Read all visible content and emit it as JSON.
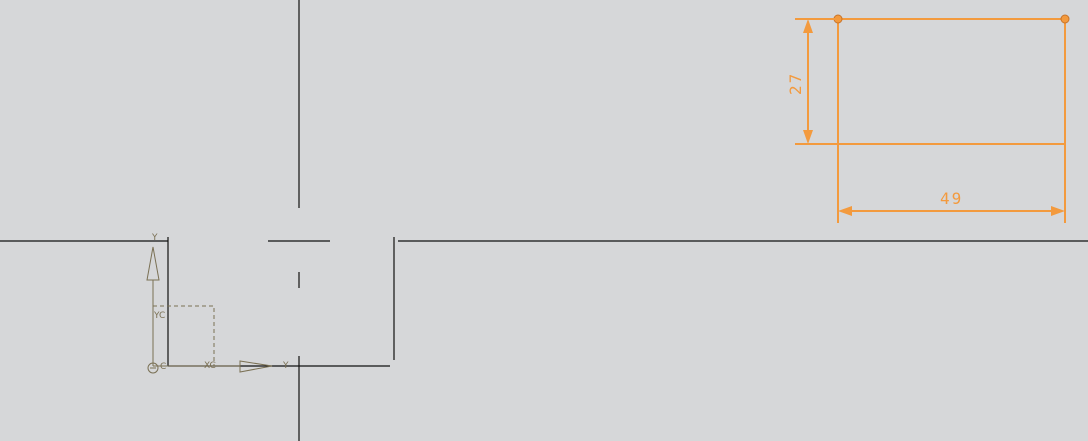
{
  "colors": {
    "background": "#d6d7d9",
    "geometry": "#111111",
    "sketch": "#f39a3e",
    "csys": "#7a7054"
  },
  "sketch": {
    "dimensions": {
      "height_value": "27",
      "width_value": "49"
    }
  },
  "csys": {
    "label_y_top": "Y",
    "label_yc": "YC",
    "label_xc": "XC",
    "label_x_arrow": "Y"
  }
}
